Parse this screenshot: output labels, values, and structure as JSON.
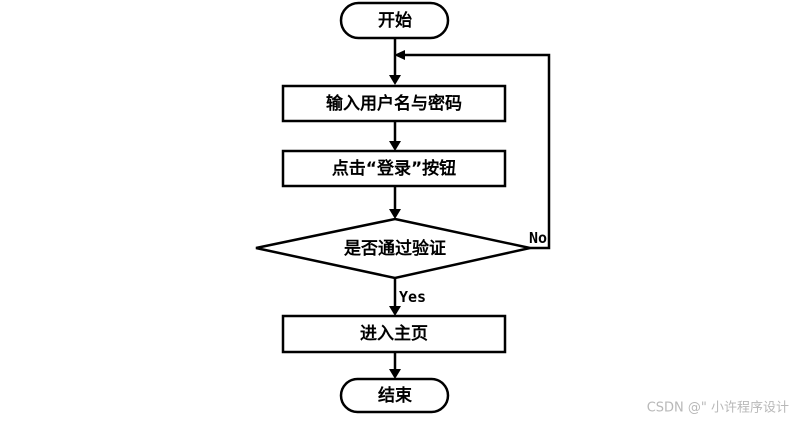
{
  "diagram": {
    "nodes": {
      "start": "开始",
      "input": "输入用户名与密码",
      "click_login": "点击“登录”按钮",
      "verify": "是否通过验证",
      "enter_home": "进入主页",
      "end": "结束"
    },
    "edges": {
      "yes": "Yes",
      "no": "No"
    }
  },
  "watermark": "CSDN @\" 小许程序设计"
}
